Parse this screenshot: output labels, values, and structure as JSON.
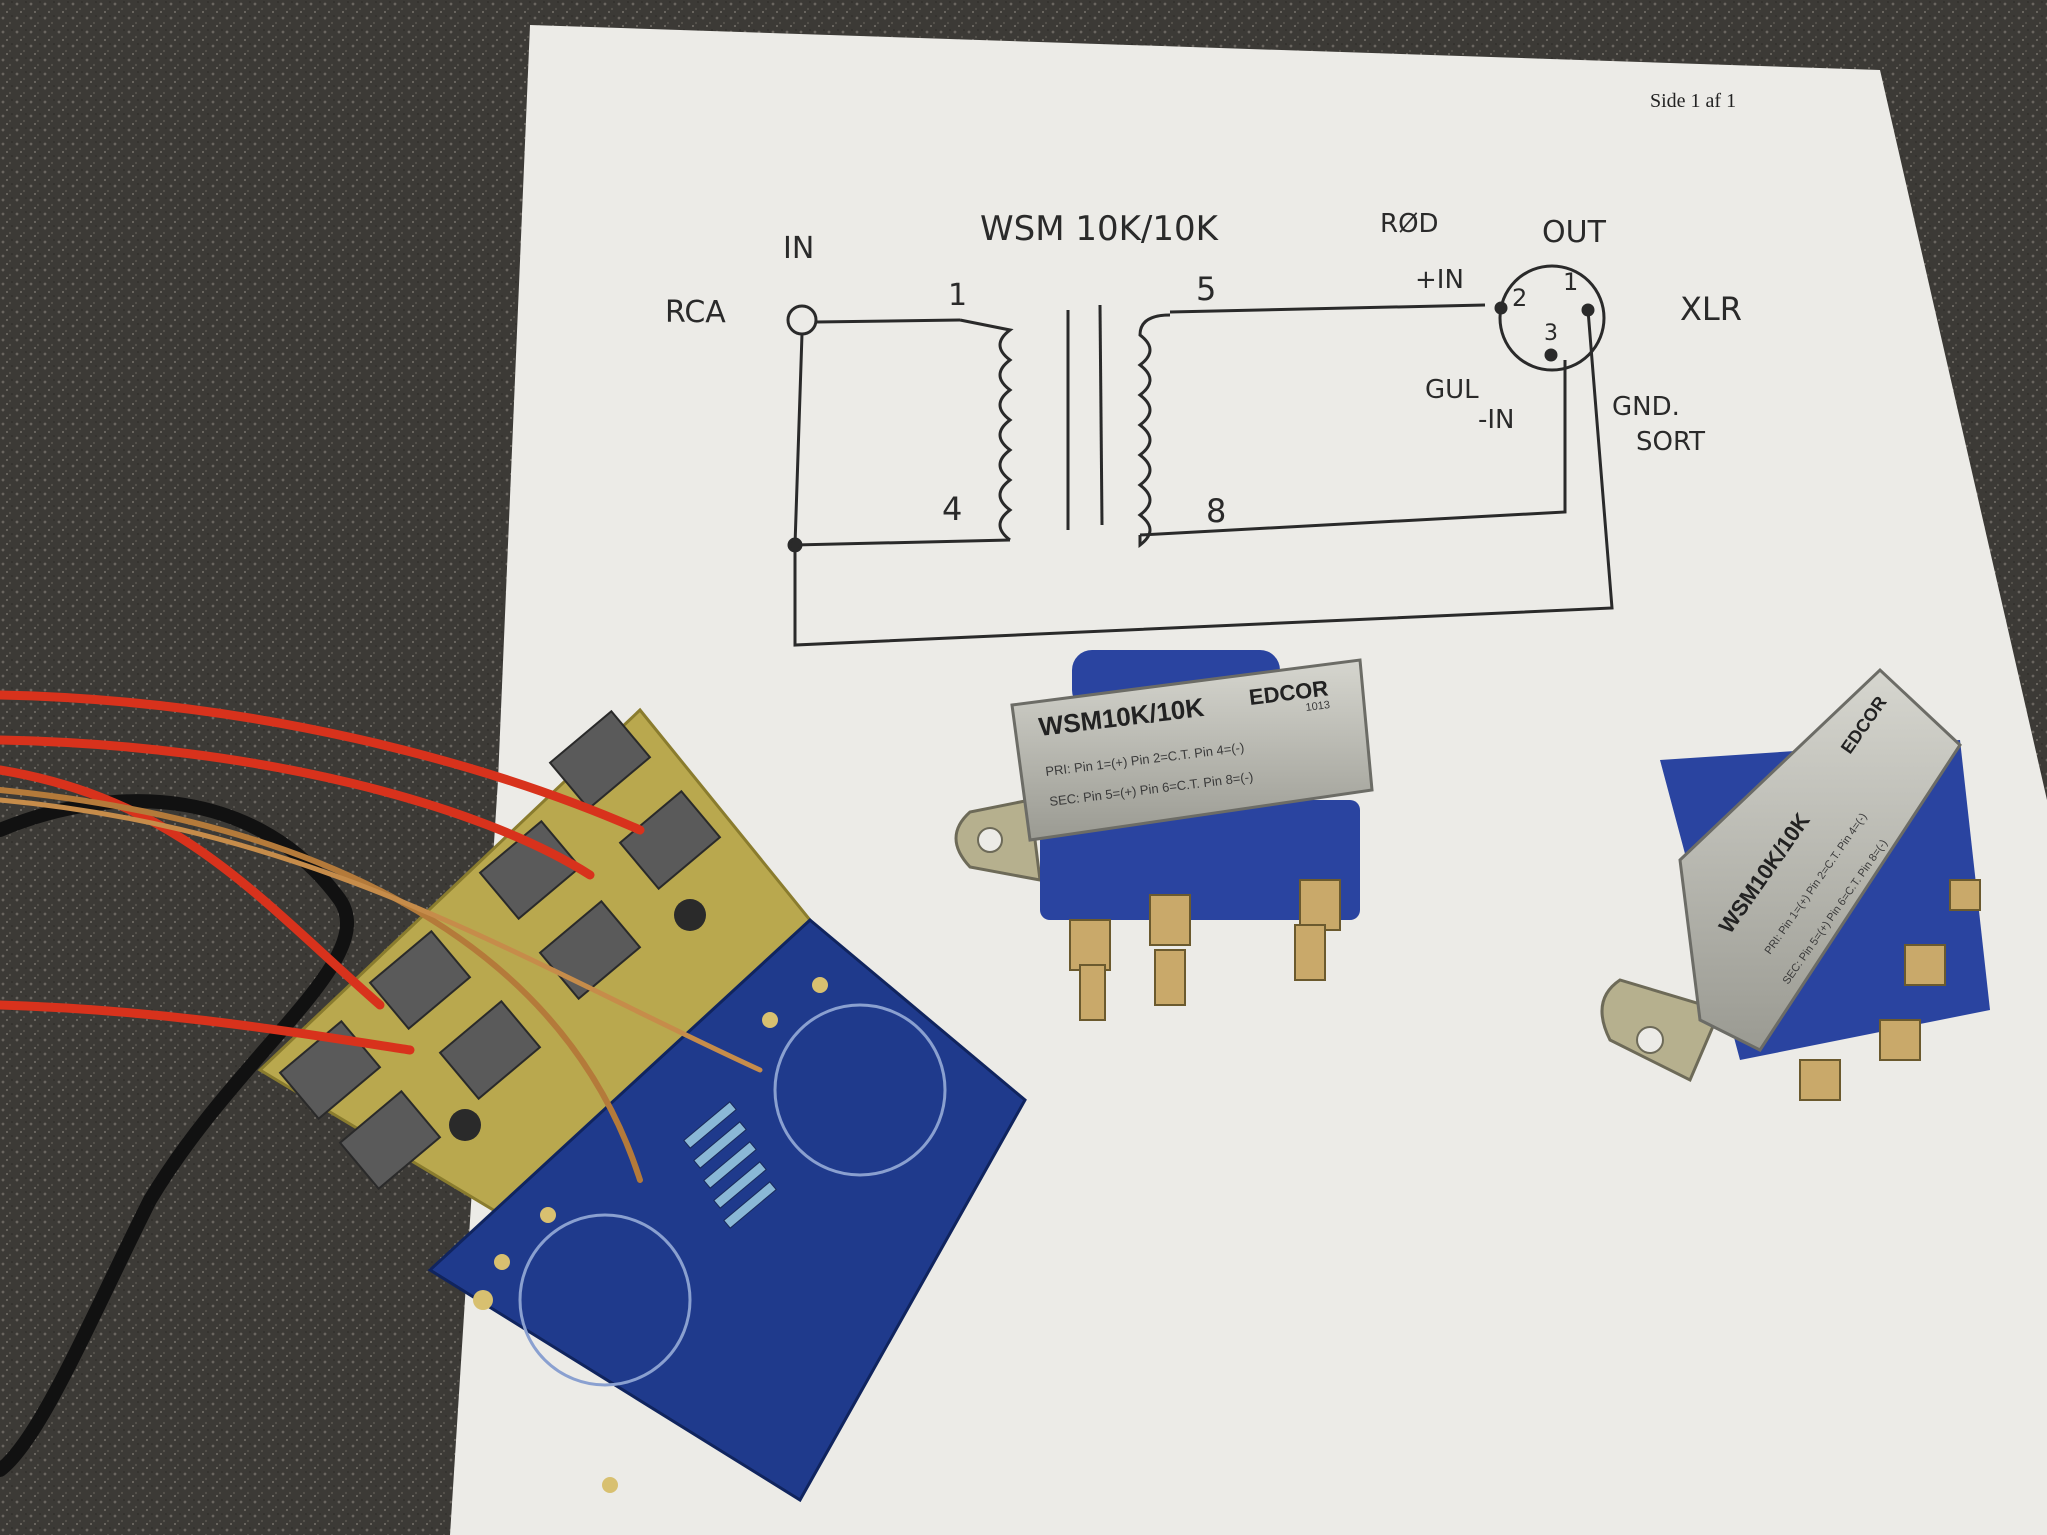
{
  "paper": {
    "header": "Side 1 af 1"
  },
  "schematic": {
    "title": "WSM 10K/10K",
    "in_label": "IN",
    "out_label": "OUT",
    "rca_label": "RCA",
    "xlr_label": "XLR",
    "pin1": "1",
    "pin4": "4",
    "pin5": "5",
    "pin8": "8",
    "red_label": "RØD",
    "plus_in": "+IN",
    "minus_in": "-IN",
    "gul_label": "GUL",
    "gnd_label": "GND.",
    "sort_label": "SORT",
    "xlr_pin1": "1",
    "xlr_pin2": "2",
    "xlr_pin3": "3"
  },
  "transformer_a": {
    "model": "WSM10K/10K",
    "brand": "EDCOR",
    "code": "1013",
    "pri_line": "PRI: Pin 1=(+)   Pin 2=C.T.   Pin 4=(-)",
    "sec_line": "SEC: Pin 5=(+)   Pin 6=C.T.   Pin 8=(-)"
  },
  "transformer_b": {
    "model": "WSM10K/10K",
    "brand": "EDCOR",
    "pri_line": "PRI: Pin 1=(+)  Pin 2=C.T.  Pin 4=(-)",
    "sec_line": "SEC: Pin 5=(+)  Pin 6=C.T.  Pin 8=(-)"
  },
  "colors": {
    "countertop": "#3c3a36",
    "paper": "#ecebe7",
    "pcb_blue": "#1f3a8c",
    "pcb_yellow": "#b9a84e",
    "wire_red": "#d8321c",
    "transformer_metal": "#b8b8b0",
    "bobbin_blue": "#2a44a0"
  }
}
